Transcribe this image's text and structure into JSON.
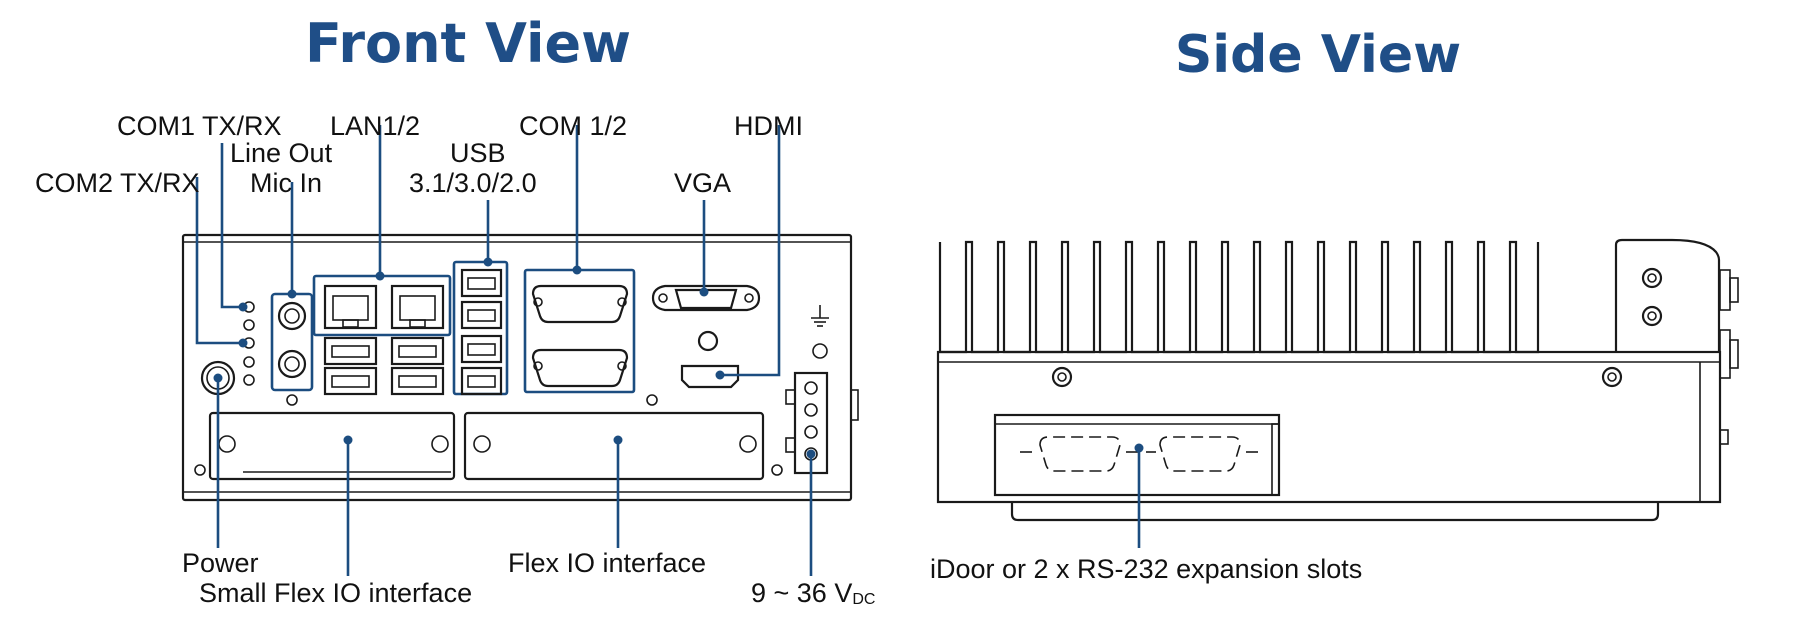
{
  "front_view": {
    "title": "Front View",
    "labels": {
      "com1_txrx": "COM1 TX/RX",
      "com2_txrx": "COM2 TX/RX",
      "line_out": "Line Out",
      "mic_in": "Mic In",
      "lan": "LAN1/2",
      "usb_line1": "USB",
      "usb_line2": "3.1/3.0/2.0",
      "com12": "COM 1/2",
      "vga": "VGA",
      "hdmi": "HDMI",
      "power": "Power",
      "small_flex_io": "Small Flex IO interface",
      "flex_io": "Flex IO interface",
      "dc_value": "9 ~ 36 V",
      "dc_sub": "DC"
    }
  },
  "side_view": {
    "title": "Side View",
    "labels": {
      "expansion": "iDoor or 2 x RS-232 expansion slots"
    }
  },
  "colors": {
    "title": "#1f4e87",
    "callout": "#1c4d80",
    "line_art": "#1a1a1a"
  }
}
